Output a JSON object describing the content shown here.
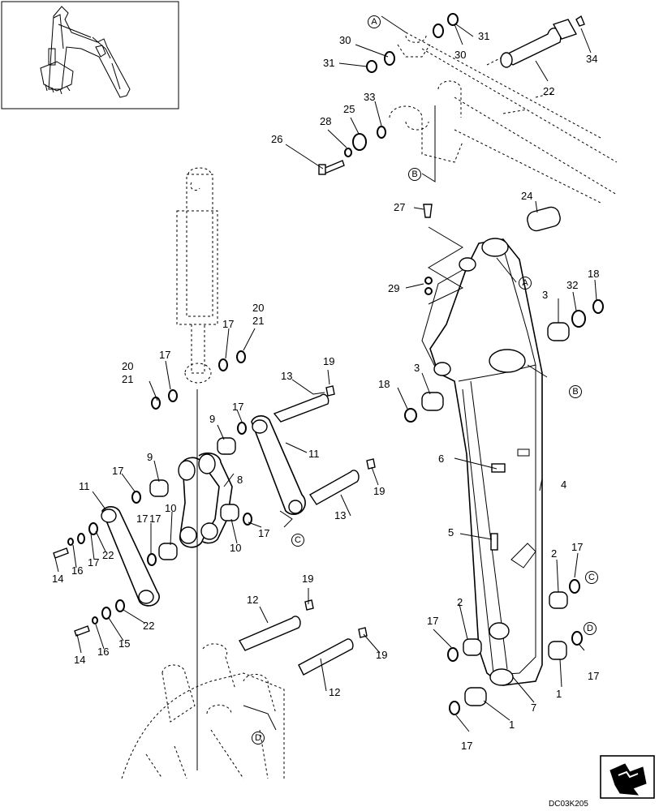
{
  "drawing_code": "DC03K205",
  "callouts": {
    "c1a": "1",
    "c1b": "1",
    "c2a": "2",
    "c2b": "2",
    "c3a": "3",
    "c3b": "3",
    "c4": "4",
    "c5": "5",
    "c6": "6",
    "c7": "7",
    "c8": "8",
    "c9a": "9",
    "c9b": "9",
    "c10a": "10",
    "c10b": "10",
    "c11a": "11",
    "c11b": "11",
    "c12a": "12",
    "c12b": "12",
    "c13a": "13",
    "c13b": "13",
    "c14a": "14",
    "c14b": "14",
    "c15": "15",
    "c16a": "16",
    "c16b": "16",
    "c17a": "17",
    "c17b": "17",
    "c17c": "17",
    "c17d": "17",
    "c17e": "17",
    "c17f": "17",
    "c17g": "17",
    "c17h": "17",
    "c17i": "17",
    "c17j": "17",
    "c17k": "17",
    "c17l": "17",
    "c18a": "18",
    "c18b": "18",
    "c19a": "19",
    "c19b": "19",
    "c19c": "19",
    "c19d": "19",
    "c20a": "20",
    "c20b": "20",
    "c21a": "21",
    "c21b": "21",
    "c22a": "22",
    "c22b": "22",
    "c22c": "22",
    "c24": "24",
    "c25": "25",
    "c26": "26",
    "c27": "27",
    "c28": "28",
    "c29": "29",
    "c30a": "30",
    "c30b": "30",
    "c31a": "31",
    "c31b": "31",
    "c32": "32",
    "c33": "33",
    "c34": "34"
  },
  "refs": {
    "ra1": "A",
    "ra2": "A",
    "rb1": "B",
    "rb2": "B",
    "rc1": "C",
    "rc2": "C",
    "rd1": "D",
    "rd2": "D"
  }
}
